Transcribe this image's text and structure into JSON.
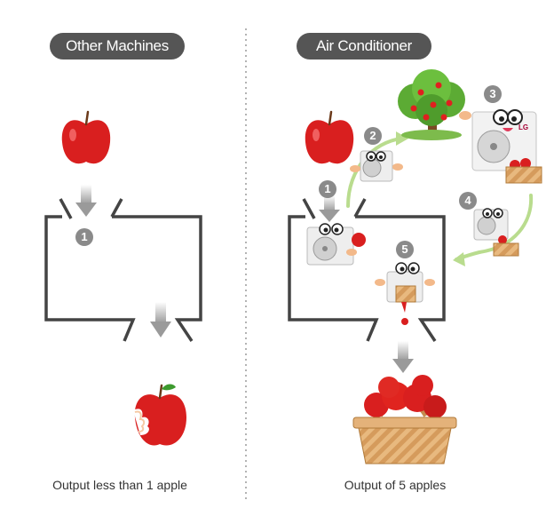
{
  "left_panel": {
    "title": "Other Machines",
    "step": "1",
    "caption": "Output less than 1 apple"
  },
  "right_panel": {
    "title": "Air Conditioner",
    "steps": [
      "1",
      "2",
      "3",
      "4",
      "5"
    ],
    "caption": "Output of 5 apples",
    "unit_brand": "LG"
  },
  "colors": {
    "pill_bg": "#555555",
    "apple": "#d91f1f",
    "arrow_gray": "#a8a8a8",
    "flow_arrow_green": "#b9dc8e",
    "basket": "#d9a56a"
  }
}
